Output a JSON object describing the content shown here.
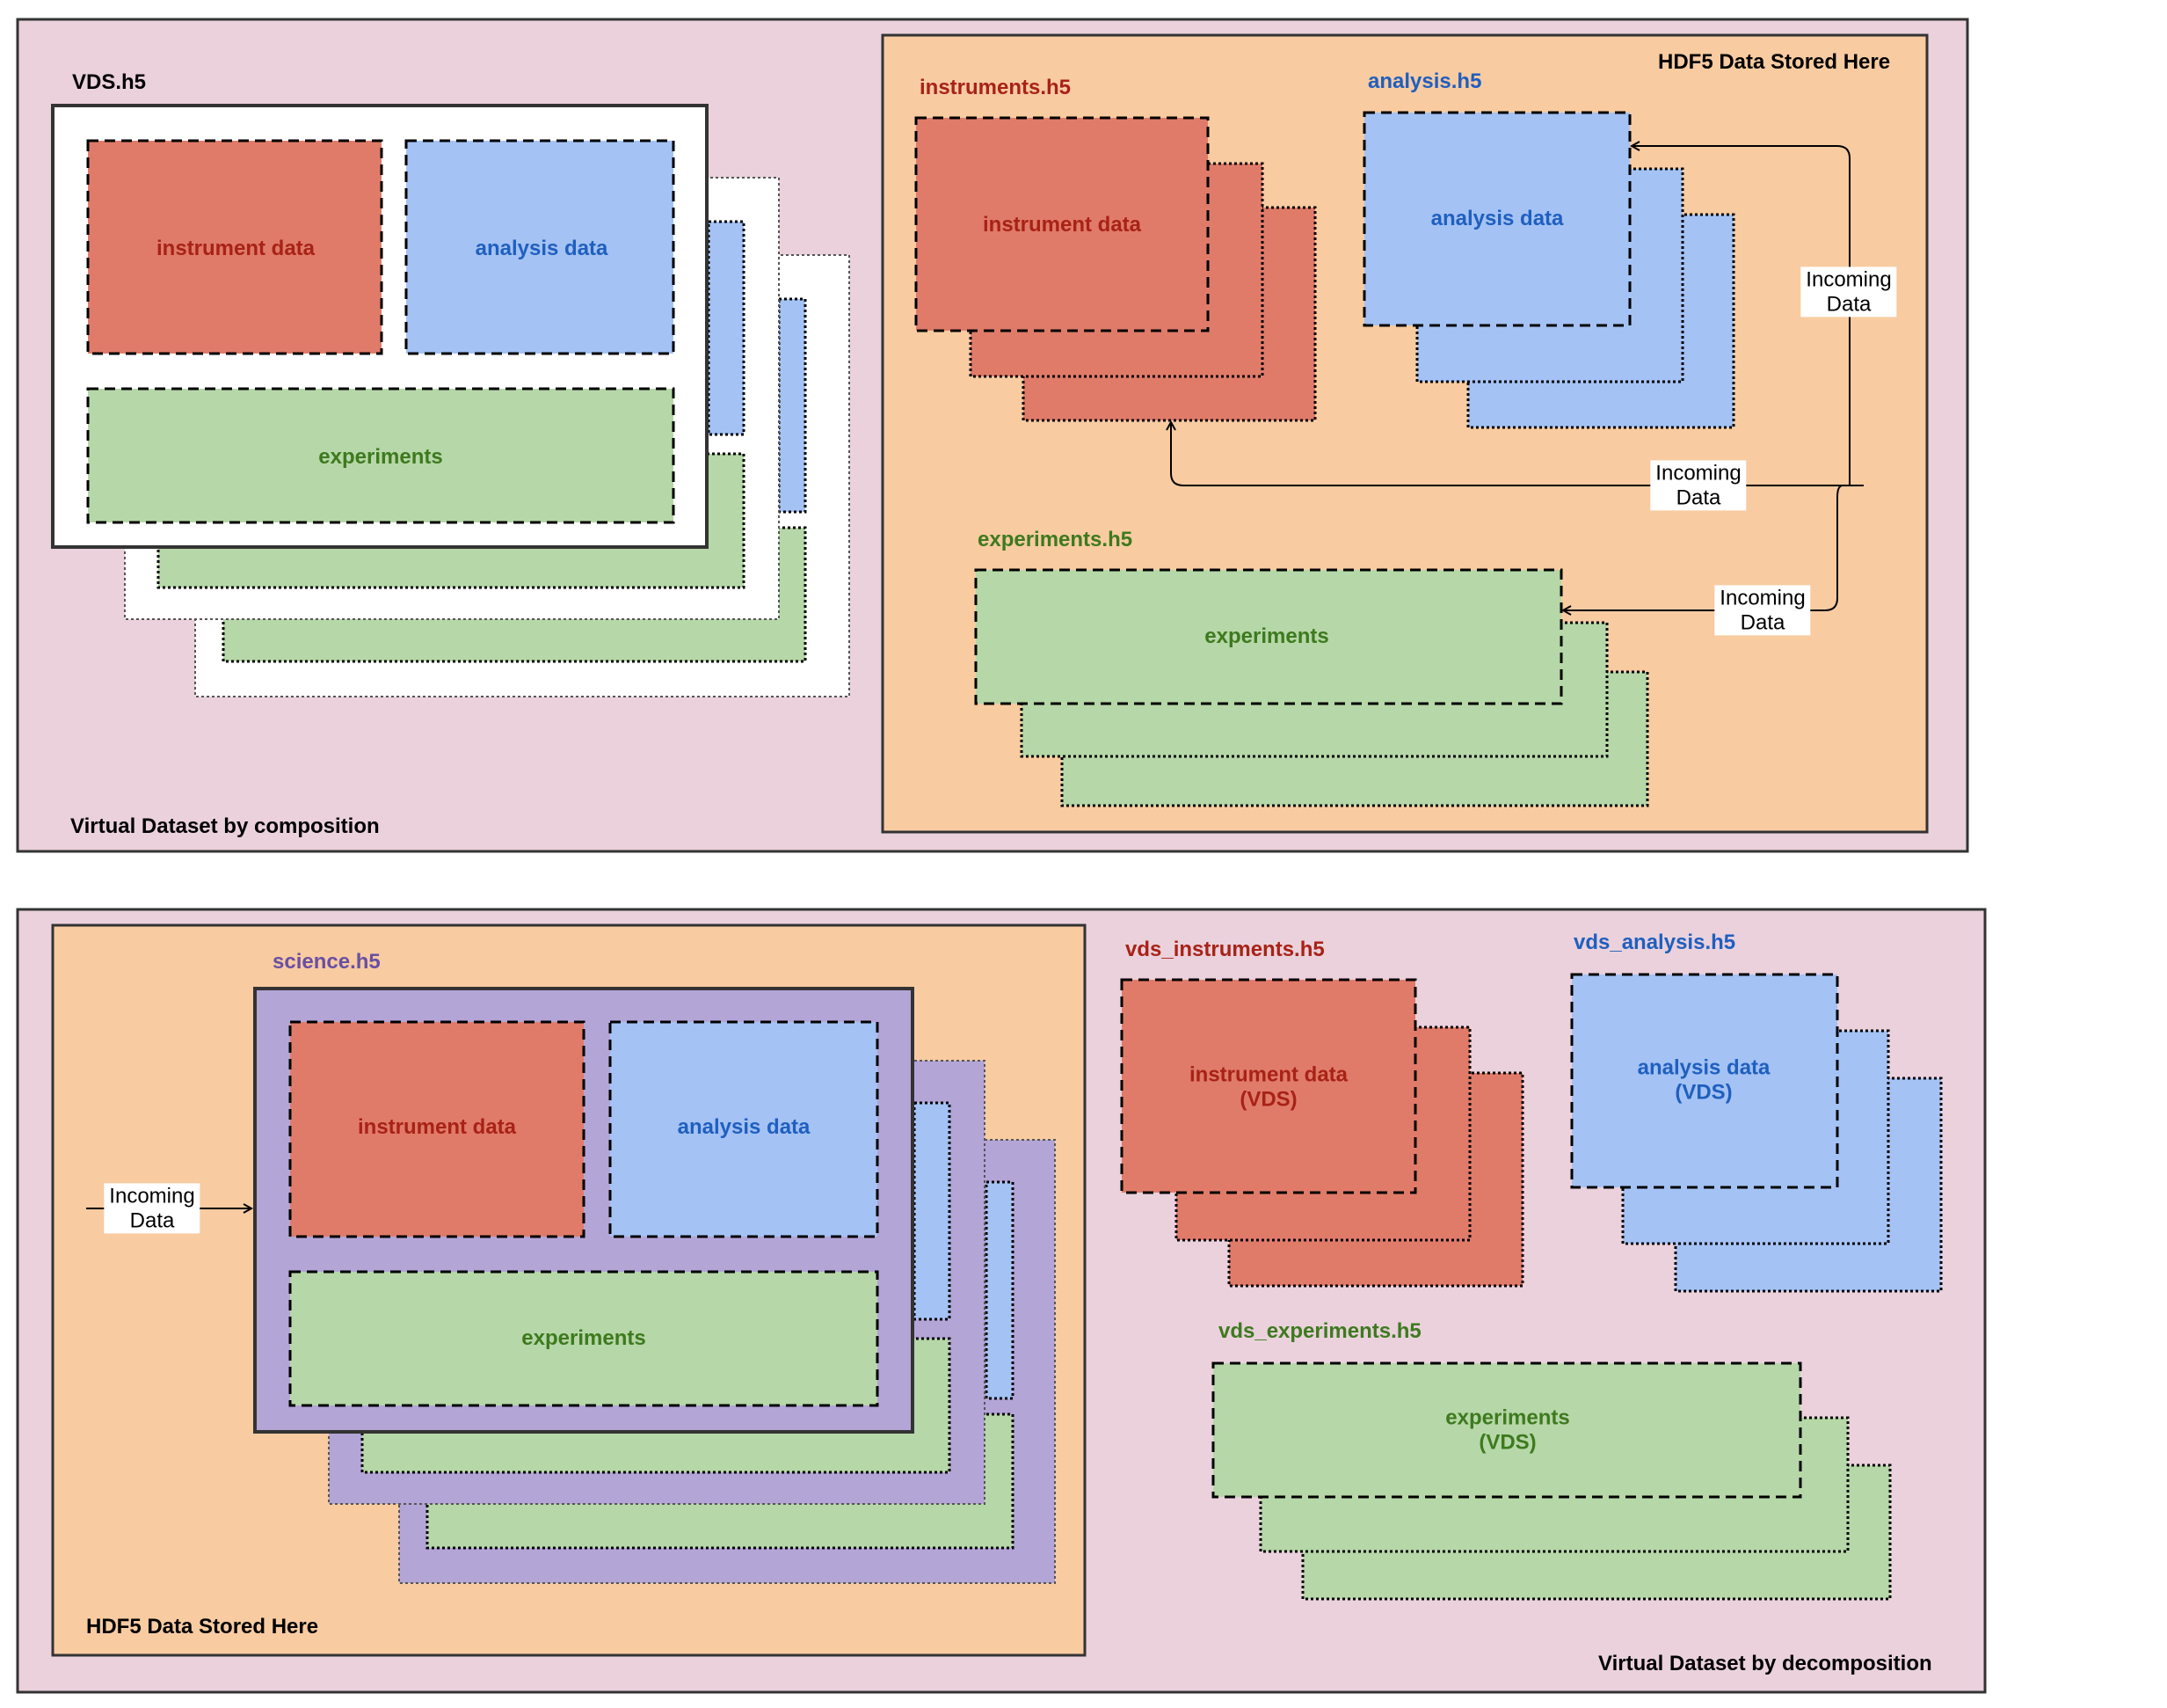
{
  "colors": {
    "panel_bg": "#ead1dc",
    "storage_bg": "#f8cba1",
    "science_bg": "#b3a5d6",
    "instrument_fill": "#e07b6a",
    "analysis_fill": "#a4c2f4",
    "experiments_fill": "#b6d7a8",
    "instrument_text": "#a82216",
    "analysis_text": "#1f5fbf",
    "experiments_text": "#3d7a1e",
    "science_text": "#6a4fa3"
  },
  "top": {
    "caption": "Virtual Dataset by composition",
    "vds_file": {
      "name": "VDS.h5",
      "instrument": "instrument data",
      "analysis": "analysis data",
      "experiments": "experiments"
    },
    "storage": {
      "caption": "HDF5 Data Stored Here",
      "instruments_file": "instruments.h5",
      "instruments_block": "instrument data",
      "analysis_file": "analysis.h5",
      "analysis_block": "analysis data",
      "experiments_file": "experiments.h5",
      "experiments_block": "experiments",
      "incoming_1": [
        "Incoming",
        "Data"
      ],
      "incoming_2": [
        "Incoming",
        "Data"
      ],
      "incoming_3": [
        "Incoming",
        "Data"
      ]
    }
  },
  "bottom": {
    "caption": "Virtual Dataset by decomposition",
    "storage": {
      "caption": "HDF5 Data Stored Here",
      "science_file": "science.h5",
      "instrument": "instrument data",
      "analysis": "analysis data",
      "experiments": "experiments",
      "incoming": [
        "Incoming",
        "Data"
      ]
    },
    "vds_instruments_file": "vds_instruments.h5",
    "vds_instruments_block": [
      "instrument data",
      "(VDS)"
    ],
    "vds_analysis_file": "vds_analysis.h5",
    "vds_analysis_block": [
      "analysis data",
      "(VDS)"
    ],
    "vds_experiments_file": "vds_experiments.h5",
    "vds_experiments_block": [
      "experiments",
      "(VDS)"
    ]
  }
}
